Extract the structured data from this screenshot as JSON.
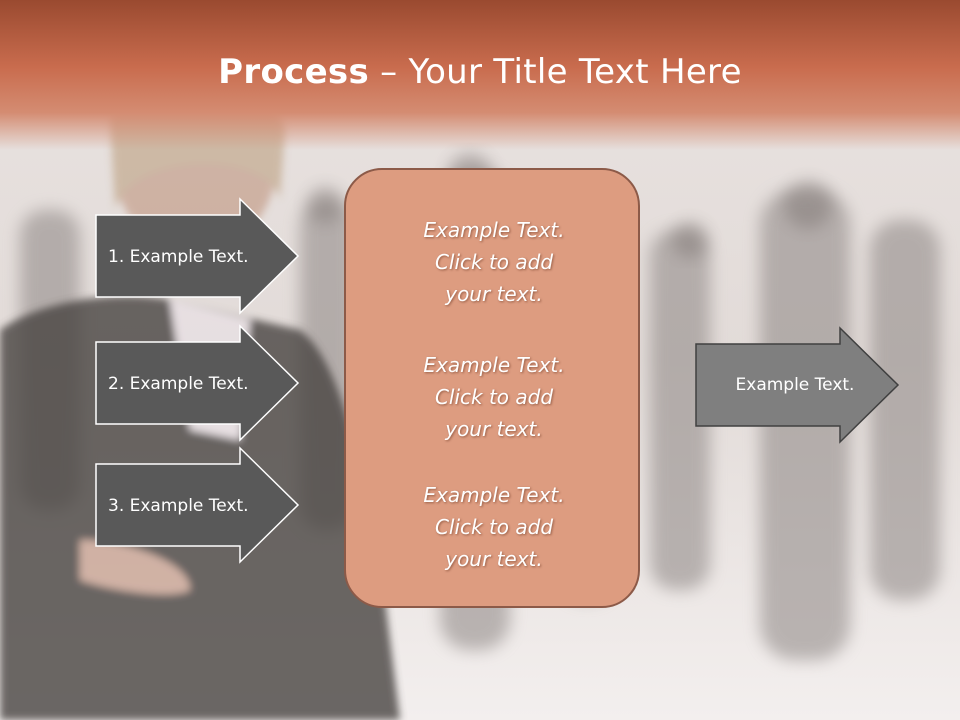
{
  "title": {
    "bold": "Process",
    "rest": " – Your Title Text Here"
  },
  "steps": [
    {
      "label": "1. Example Text."
    },
    {
      "label": "2. Example Text."
    },
    {
      "label": "3. Example Text."
    }
  ],
  "center": {
    "paragraphs": [
      {
        "line1": "Example Text.",
        "line2": "Click  to add",
        "line3": "your text."
      },
      {
        "line1": "Example Text.",
        "line2": "Click  to add",
        "line3": "your text."
      },
      {
        "line1": "Example Text.",
        "line2": "Click  to add",
        "line3": "your text."
      }
    ]
  },
  "output": {
    "label": "Example Text."
  },
  "colors": {
    "title_bar": "#c96c4e",
    "step_arrow": "#595959",
    "output_arrow": "#7f7f7f",
    "center_box": "#dd9c80"
  }
}
